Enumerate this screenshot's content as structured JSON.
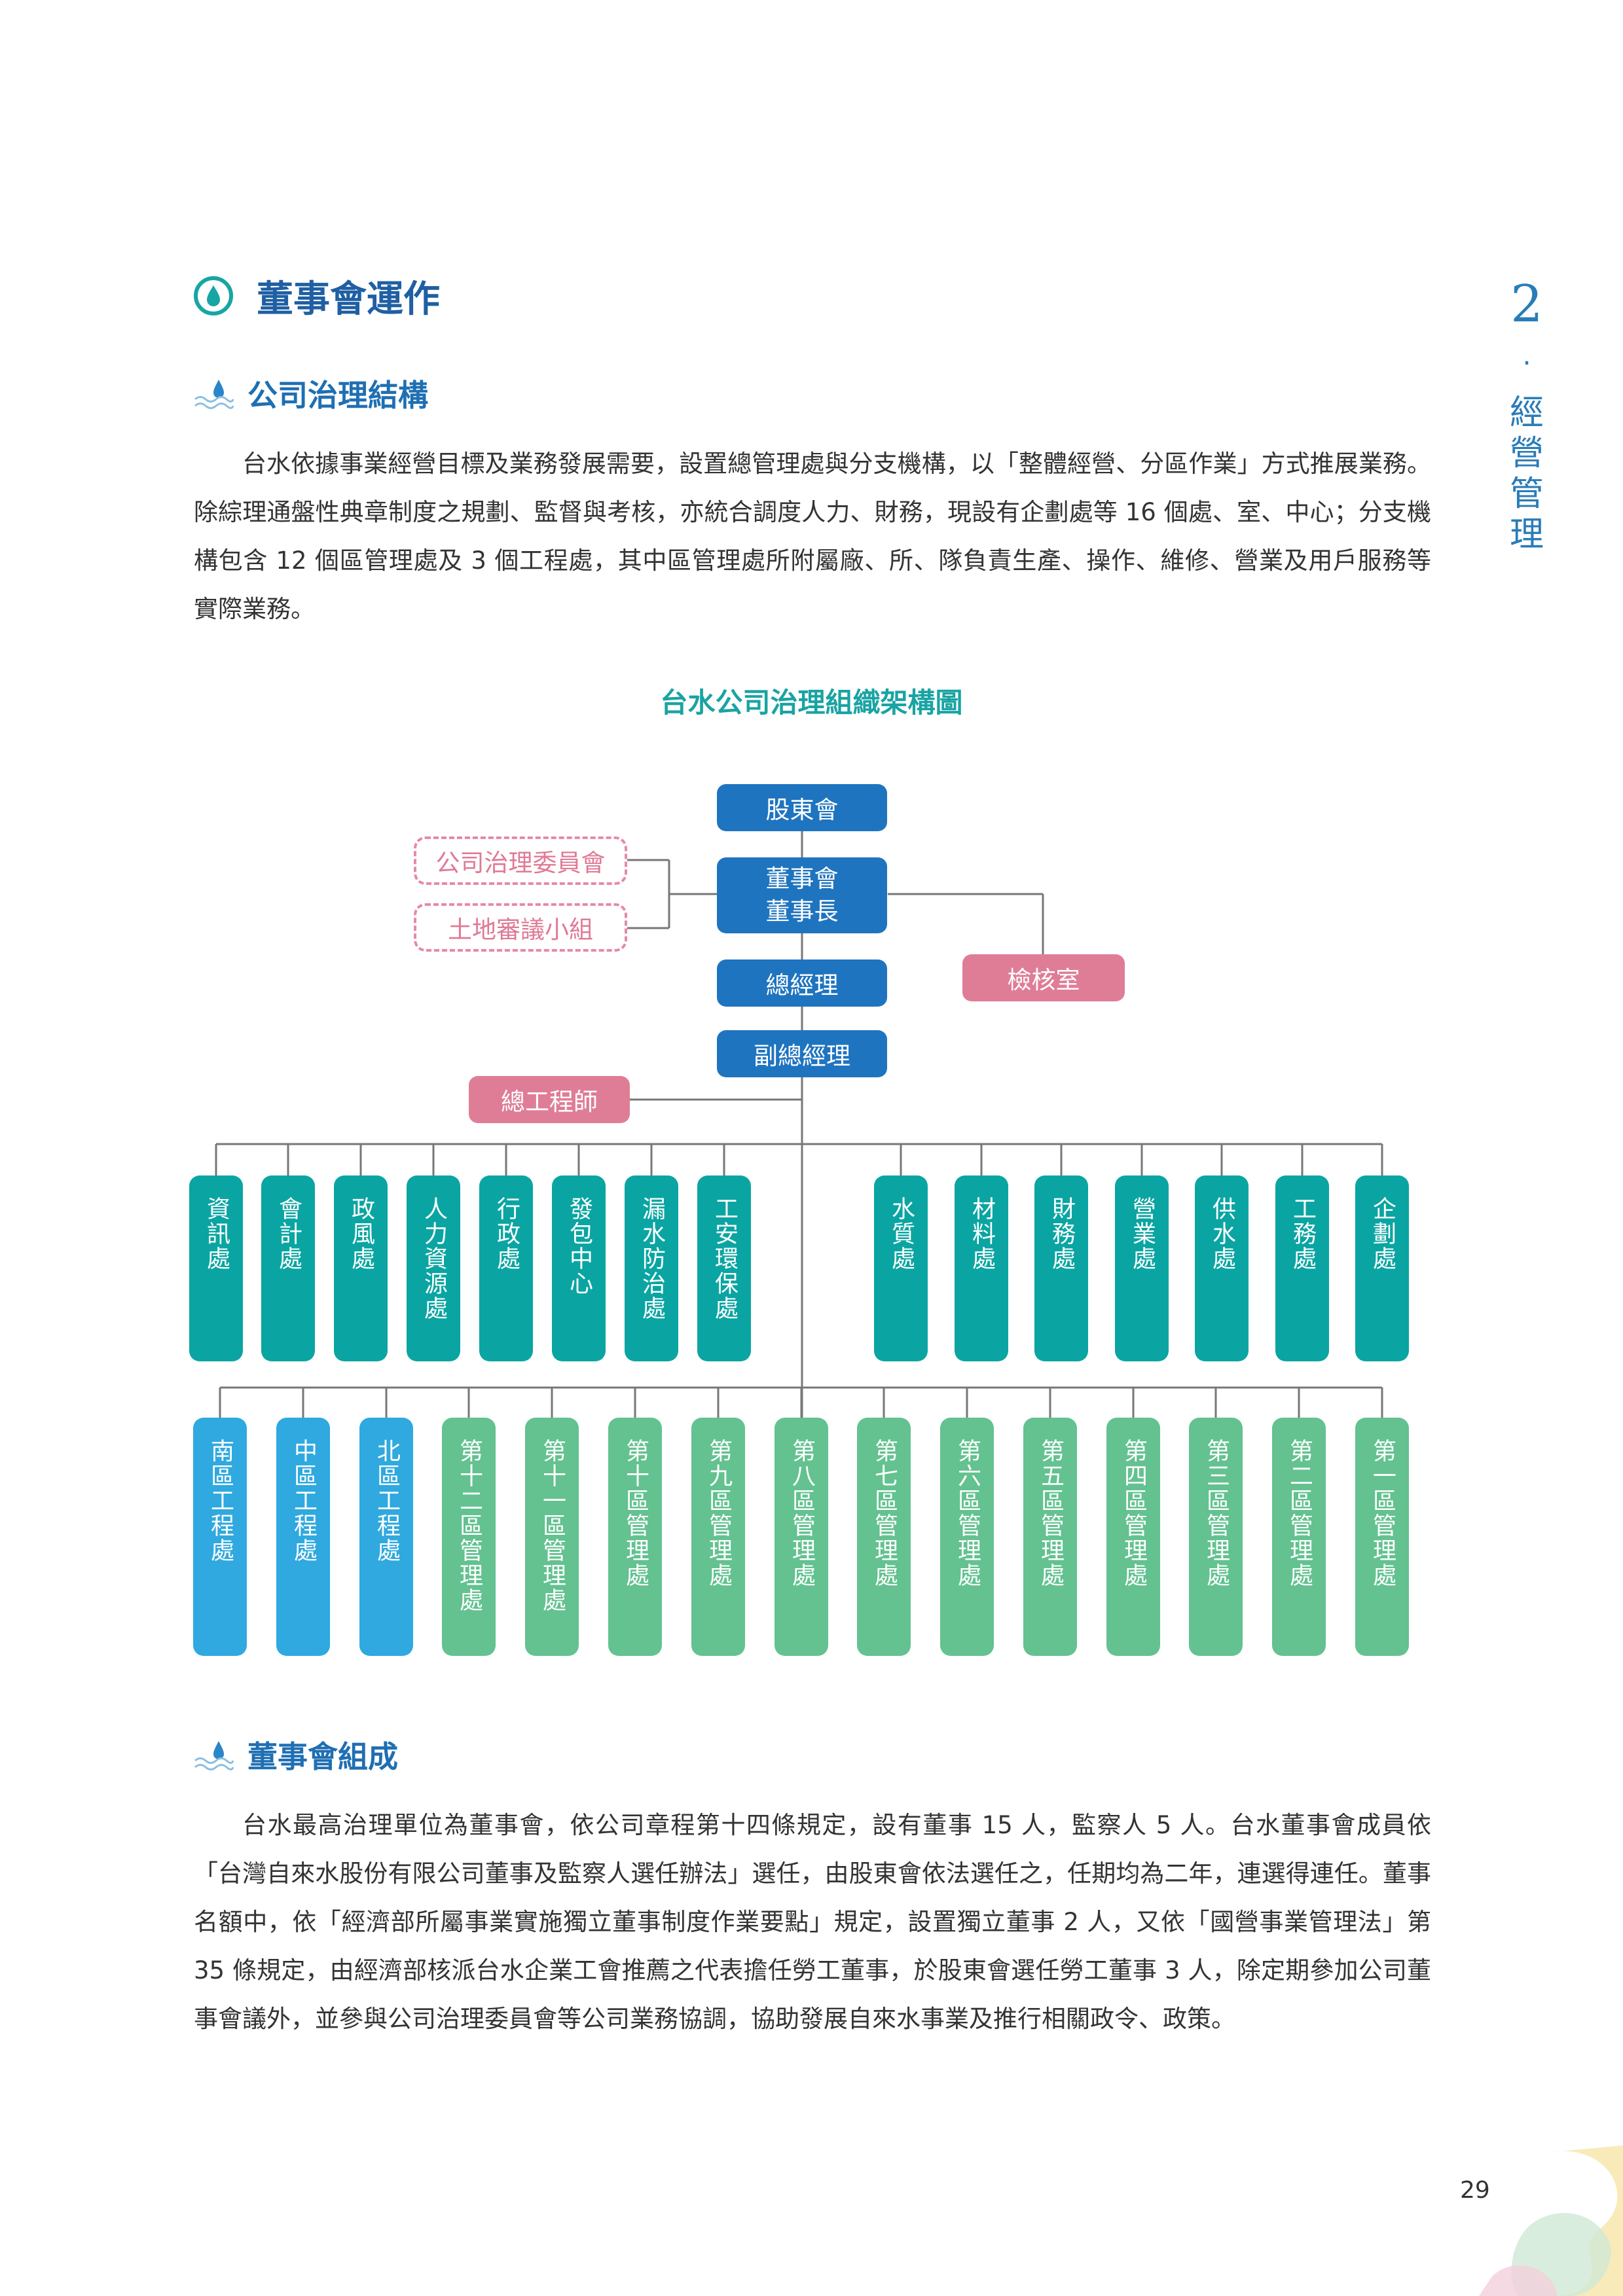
{
  "chapter": {
    "number": "2",
    "dot": "·",
    "title": "經營管理"
  },
  "section_title": "董事會運作",
  "sub1": {
    "title": "公司治理結構",
    "paragraph": "台水依據事業經營目標及業務發展需要，設置總管理處與分支機構，以「整體經營、分區作業」方式推展業務。除綜理通盤性典章制度之規劃、監督與考核，亦統合調度人力、財務，現設有企劃處等 16 個處、室、中心；分支機構包含 12 個區管理處及 3 個工程處，其中區管理處所附屬廠、所、隊負責生產、操作、維修、營業及用戶服務等實際業務。"
  },
  "org_chart": {
    "title": "台水公司治理組織架構圖",
    "shareholders": "股東會",
    "board": [
      "董事會",
      "董事長"
    ],
    "committees": [
      "公司治理委員會",
      "土地審議小組"
    ],
    "audit": "檢核室",
    "gm": "總經理",
    "deputy_gm": "副總經理",
    "chief_engineer": "總工程師",
    "depts_left": [
      "資訊處",
      "會計處",
      "政風處",
      "人力資源處",
      "行政處",
      "發包中心",
      "漏水防治處",
      "工安環保處"
    ],
    "depts_right": [
      "水質處",
      "材料處",
      "財務處",
      "營業處",
      "供水處",
      "工務處",
      "企劃處"
    ],
    "branches": [
      "南區工程處",
      "中區工程處",
      "北區工程處",
      "第十二區管理處",
      "第十一區管理處",
      "第十區管理處",
      "第九區管理處",
      "第八區管理處",
      "第七區管理處",
      "第六區管理處",
      "第五區管理處",
      "第四區管理處",
      "第三區管理處",
      "第二區管理處",
      "第一區管理處"
    ]
  },
  "sub2": {
    "title": "董事會組成",
    "paragraph": "台水最高治理單位為董事會，依公司章程第十四條規定，設有董事 15 人，監察人 5 人。台水董事會成員依「台灣自來水股份有限公司董事及監察人選任辦法」選任，由股東會依法選任之，任期均為二年，連選得連任。董事名額中，依「經濟部所屬事業實施獨立董事制度作業要點」規定，設置獨立董事 2 人，又依「國營事業管理法」第 35 條規定，由經濟部核派台水企業工會推薦之代表擔任勞工董事，於股東會選任勞工董事 3 人，除定期參加公司董事會議外，並參與公司治理委員會等公司業務協調，協助發展自來水事業及推行相關政令、政策。"
  },
  "page_number": "29",
  "colors": {
    "blue": "#1f74bf",
    "pink": "#df7d97",
    "teal": "#0aa5a2",
    "sky": "#2fa9df",
    "green": "#63c290",
    "heading": "#1f5fa3"
  }
}
